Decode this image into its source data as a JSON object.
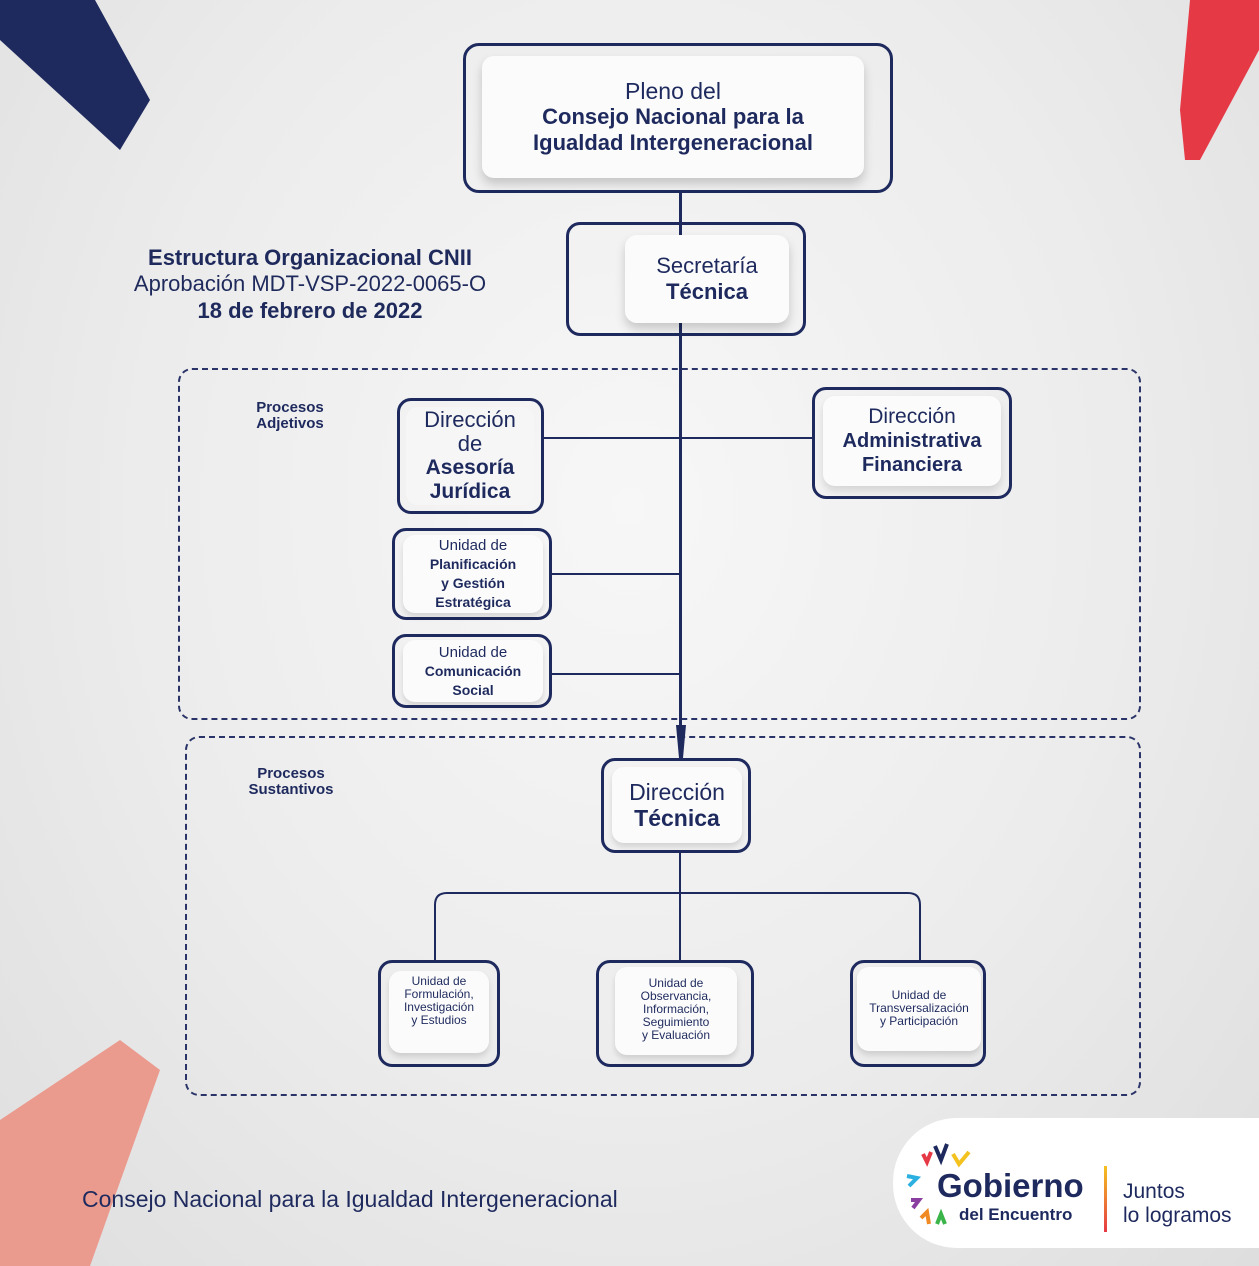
{
  "colors": {
    "navy": "#1e2a5e",
    "red": "#e63946",
    "salmon": "#eb9a8e"
  },
  "header": {
    "line1": "Estructura Organizacional CNII",
    "line2": "Aprobación MDT-VSP-2022-0065-O",
    "line3": "18 de febrero de 2022"
  },
  "pleno": {
    "l1": "Pleno del",
    "l2": "Consejo Nacional para la",
    "l3": "Igualdad Intergeneracional"
  },
  "secretaria": {
    "l1": "Secretaría",
    "l2": "Técnica"
  },
  "adjetivos": {
    "label1": "Procesos",
    "label2": "Adjetivos"
  },
  "juridica": {
    "l1": "Dirección",
    "l2": "de",
    "l3": "Asesoría",
    "l4": "Jurídica"
  },
  "administrativa": {
    "l1": "Dirección",
    "l2": "Administrativa",
    "l3": "Financiera"
  },
  "planificacion": {
    "l1": "Unidad de",
    "l2": "Planificación",
    "l3": "y Gestión",
    "l4": "Estratégica"
  },
  "comunicacion": {
    "l1": "Unidad de",
    "l2": "Comunicación",
    "l3": "Social"
  },
  "sustantivos": {
    "label1": "Procesos",
    "label2": "Sustantivos"
  },
  "direccion_tecnica": {
    "l1": "Dirección",
    "l2": "Técnica"
  },
  "formulacion": {
    "l1": "Unidad de",
    "l2": "Formulación,",
    "l3": "Investigación",
    "l4": "y Estudios"
  },
  "observancia": {
    "l1": "Unidad de",
    "l2": "Observancia,",
    "l3": "Información,",
    "l4": "Seguimiento",
    "l5": "y Evaluación"
  },
  "transversalizacion": {
    "l1": "Unidad de",
    "l2": "Transversalización",
    "l3": "y Participación"
  },
  "footer": {
    "text": "Consejo Nacional para la Igualdad Intergeneracional"
  },
  "logo": {
    "brand1": "Gobierno",
    "brand2": "del Encuentro",
    "slogan1": "Juntos",
    "slogan2": "lo logramos",
    "icon": "colorful-checks-icon"
  }
}
